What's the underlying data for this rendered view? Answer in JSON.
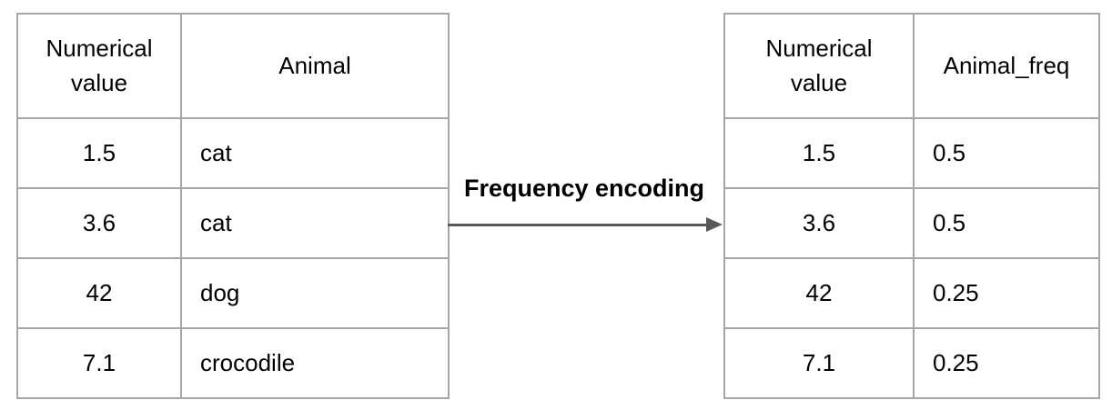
{
  "colors": {
    "background": "#ffffff",
    "table_border": "#a6a6a6",
    "text": "#000000",
    "arrow": "#595959"
  },
  "arrow": {
    "label": "Frequency encoding",
    "direction": "right"
  },
  "left_table": {
    "headers": [
      "Numerical value",
      "Animal"
    ],
    "rows": [
      [
        "1.5",
        "cat"
      ],
      [
        "3.6",
        "cat"
      ],
      [
        "42",
        "dog"
      ],
      [
        "7.1",
        "crocodile"
      ]
    ]
  },
  "right_table": {
    "headers": [
      "Numerical value",
      "Animal_freq"
    ],
    "rows": [
      [
        "1.5",
        "0.5"
      ],
      [
        "3.6",
        "0.5"
      ],
      [
        "42",
        "0.25"
      ],
      [
        "7.1",
        "0.25"
      ]
    ]
  }
}
